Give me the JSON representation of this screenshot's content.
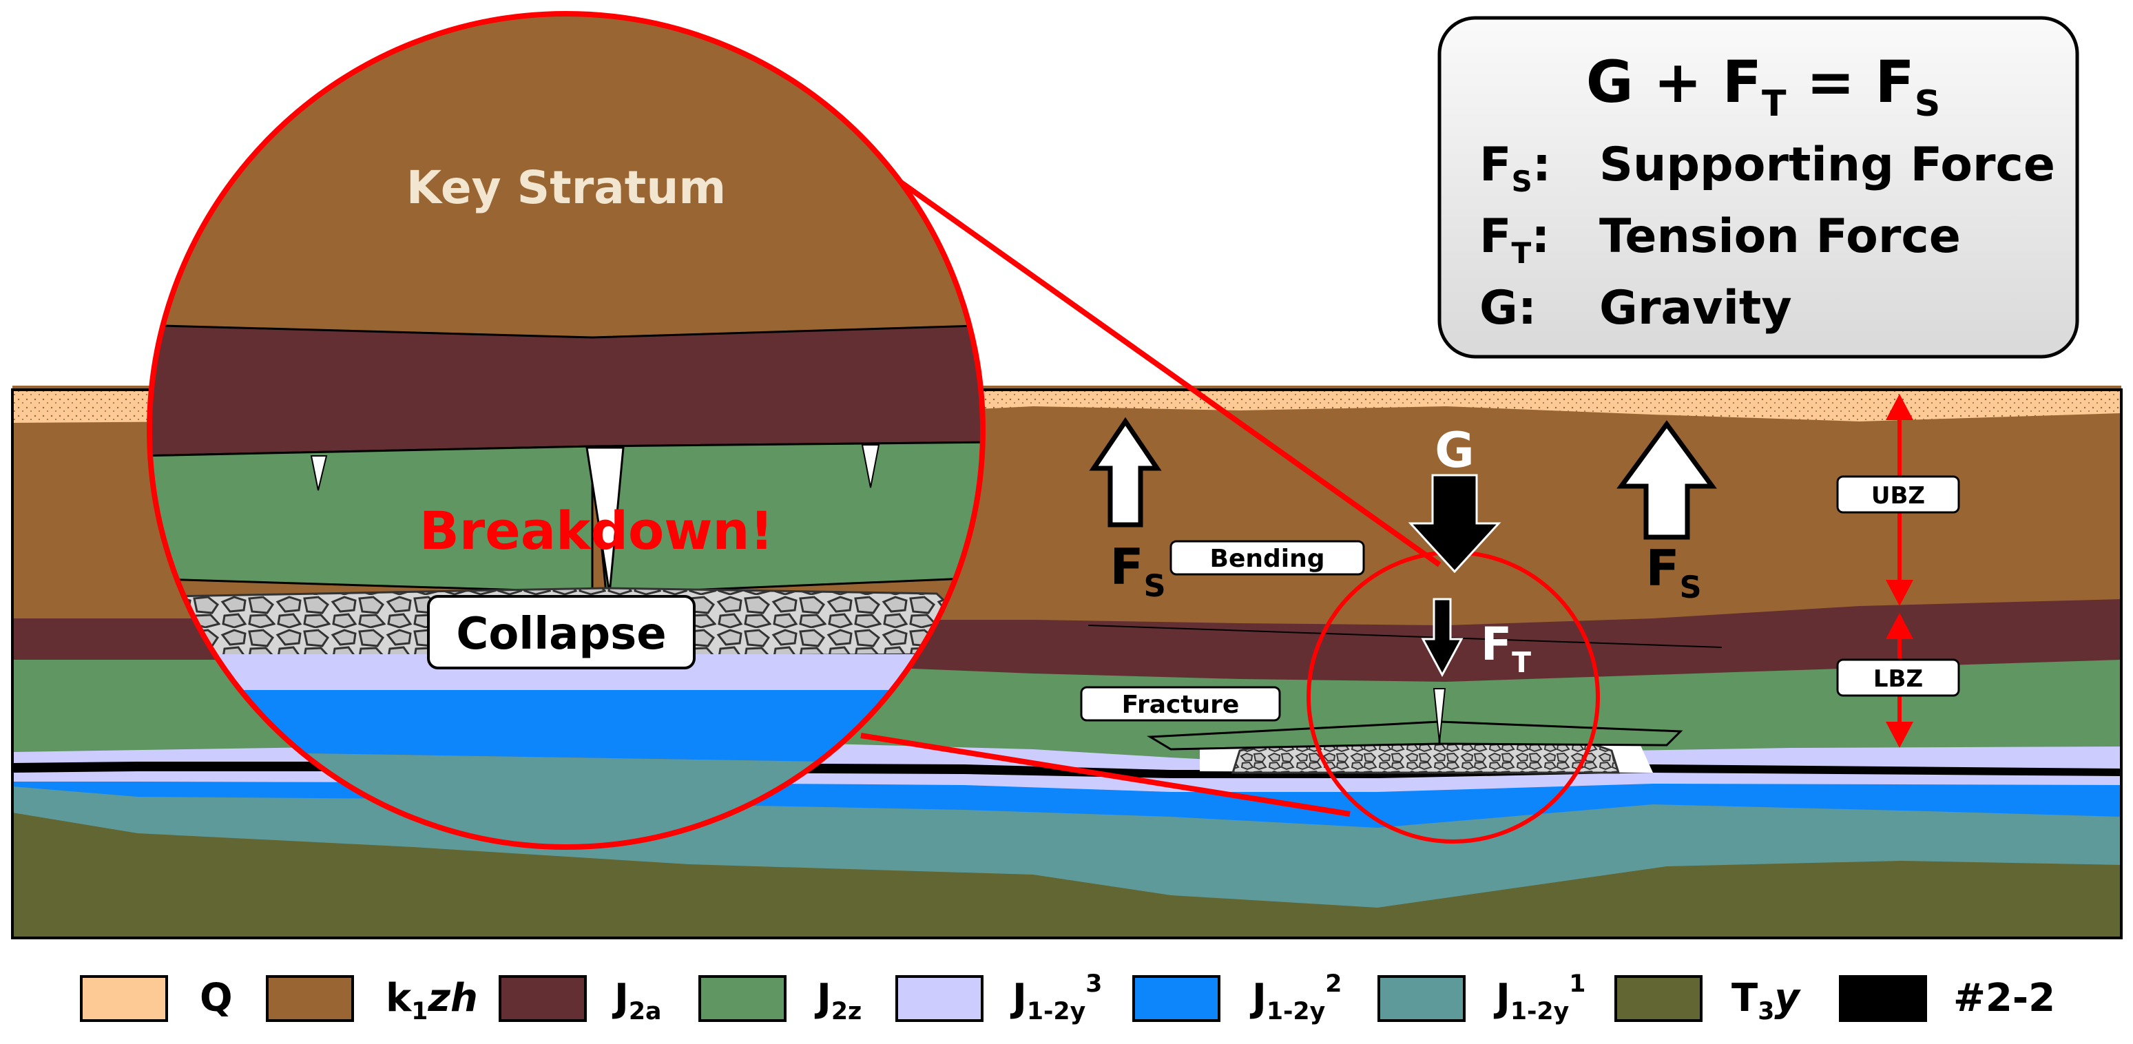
{
  "formula_box": {
    "equation": {
      "G": "G",
      "plus": " + ",
      "FT_base": "F",
      "FT_sub": "T",
      "eq": " = ",
      "FS_base": "F",
      "FS_sub": "S"
    },
    "rows": [
      {
        "sym_base": "F",
        "sym_sub": "S",
        "colon": ":",
        "desc": "Supporting Force"
      },
      {
        "sym_base": "F",
        "sym_sub": "T",
        "colon": ":",
        "desc": "Tension Force"
      },
      {
        "sym_base": "G",
        "sym_sub": "",
        "colon": ":",
        "desc": "Gravity"
      }
    ]
  },
  "magnified": {
    "key_stratum": "Key Stratum",
    "breakdown": "Breakdown!",
    "collapse": "Collapse"
  },
  "forces": {
    "fs_left": {
      "base": "F",
      "sub": "S"
    },
    "fs_right": {
      "base": "F",
      "sub": "S"
    },
    "g": "G",
    "ft": {
      "base": "F",
      "sub": "T"
    }
  },
  "tags": {
    "bending": "Bending",
    "fracture": "Fracture",
    "ubz": "UBZ",
    "lbz": "LBZ"
  },
  "legend": [
    {
      "id": "q",
      "color": "#fdc994",
      "base": "Q",
      "sub": "",
      "ital": "",
      "sup": ""
    },
    {
      "id": "k1zh",
      "color": "#996633",
      "base": "k",
      "sub": "1",
      "ital": "zh",
      "sup": ""
    },
    {
      "id": "j2a",
      "color": "#632f33",
      "base": "J",
      "sub": "2a",
      "ital": "",
      "sup": ""
    },
    {
      "id": "j2z",
      "color": "#5f9661",
      "base": "J",
      "sub": "2z",
      "ital": "",
      "sup": ""
    },
    {
      "id": "j12y3",
      "color": "#ccccff",
      "base": "J",
      "sub": "1-2y",
      "ital": "",
      "sup": "3"
    },
    {
      "id": "j12y2",
      "color": "#0d86fc",
      "base": "J",
      "sub": "1-2y",
      "ital": "",
      "sup": "2"
    },
    {
      "id": "j12y1",
      "color": "#5f9a9a",
      "base": "J",
      "sub": "1-2y",
      "ital": "",
      "sup": "1"
    },
    {
      "id": "t3y",
      "color": "#616632",
      "base": "T",
      "sub": "3",
      "ital": "y",
      "sup": ""
    },
    {
      "id": "coal",
      "color": "#000000",
      "base": "#2-2",
      "sub": "",
      "ital": "",
      "sup": ""
    }
  ],
  "colors": {
    "accent_red": "#ff0000",
    "q": "#fdc994",
    "k1zh": "#996633",
    "j2a": "#632f33",
    "j2z": "#5f9661",
    "j12y3": "#ccccff",
    "j12y2": "#0d86fc",
    "j12y1": "#5f9a9a",
    "t3y": "#616632",
    "rubble": "#d3d3d3"
  }
}
